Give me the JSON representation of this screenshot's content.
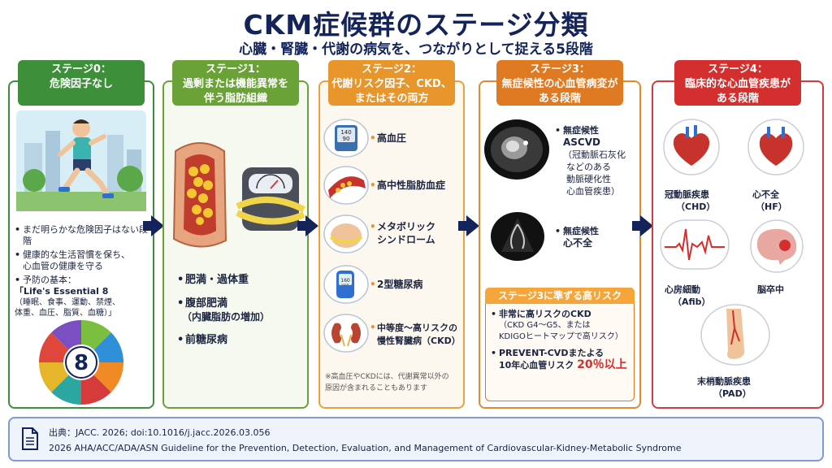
{
  "header": {
    "title": "CKM症候群のステージ分類",
    "subtitle": "心臓・腎臓・代謝の病気を、つながりとして捉える5段階"
  },
  "stage0": {
    "head_line1": "ステージ0：",
    "head_line2": "危険因子なし",
    "bullets": [
      "まだ明らかな危険因子はない段階",
      "健康的な生活習慣を保ち、",
      "心血管の健康を守る"
    ],
    "basics_title": "予防の基本：",
    "le8_title": "「Life's Essential 8",
    "le8_detail1": "（睡眠、食事、運動、禁煙、",
    "le8_detail2": "体重、血圧、脂質、血糖）」",
    "wheel_number": "8"
  },
  "stage1": {
    "head_line1": "ステージ1：",
    "head_line2": "過剰または機能異常を",
    "head_line3": "伴う脂肪組織",
    "items": [
      "肥満・過体重",
      "腹部肥満",
      "（内臓脂肪の増加）",
      "前糖尿病"
    ]
  },
  "stage2": {
    "head_line1": "ステージ2：",
    "head_line2": "代謝リスク因子、CKD、",
    "head_line3": "またはその両方",
    "items": [
      "高血圧",
      "高中性脂肪血症",
      "メタボリック",
      "シンドローム",
      "2型糖尿病",
      "中等度～高リスクの",
      "慢性腎臓病（CKD）"
    ],
    "bp_display1": "140",
    "bp_display2": "90",
    "glucose_display": "160",
    "glucose_unit": "mg/dL",
    "note1": "※高血圧やCKDには、代謝異常以外の",
    "note2": "原因が含まれることもあります"
  },
  "stage3": {
    "head_line1": "ステージ3：",
    "head_line2": "無症候性の心血管病変が",
    "head_line3": "ある段階",
    "ascvd1": "無症候性",
    "ascvd2": "ASCVD",
    "ascvd3": "（冠動脈石灰化",
    "ascvd4": "などのある",
    "ascvd5": "動脈硬化性",
    "ascvd6": "心血管疾患）",
    "hf1": "無症候性",
    "hf2": "心不全",
    "risk_title": "ステージ3に準ずる高リスク",
    "risk1": "非常に高リスクのCKD",
    "risk2": "（CKD G4～G5、または",
    "risk3": "KDIGOヒートマップで高リスク）",
    "risk4": "PREVENT-CVDまたよる",
    "risk5": "10年心血管リスク",
    "risk6": "20％以上"
  },
  "stage4": {
    "head_line1": "ステージ4：",
    "head_line2": "臨床的な心血管疾患が",
    "head_line3": "ある段階",
    "chd1": "冠動脈疾患",
    "chd2": "（CHD）",
    "hf1": "心不全",
    "hf2": "（HF）",
    "afib1": "心房細動",
    "afib2": "（Afib）",
    "stroke": "脳卒中",
    "pad1": "末梢動脈疾患",
    "pad2": "（PAD）"
  },
  "source": {
    "line1": "出典：JACC. 2026; doi:10.1016/j.jacc.2026.03.056",
    "line2": "2026 AHA/ACC/ADA/ASN Guideline for the Prevention, Detection, Evaluation, and Management of Cardiovascular-Kidney-Metabolic Syndrome"
  }
}
